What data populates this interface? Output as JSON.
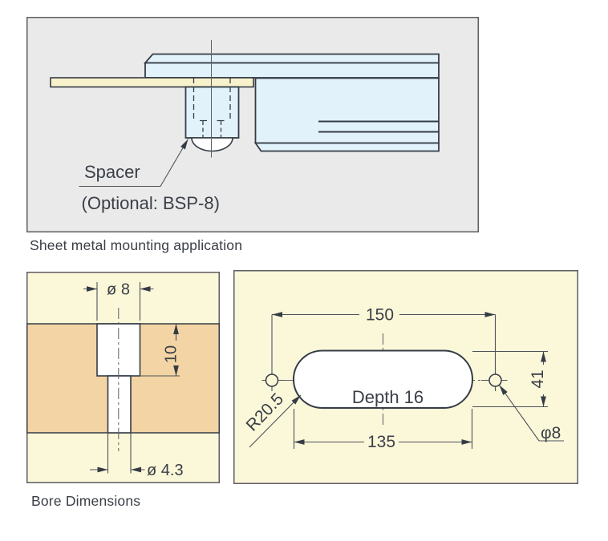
{
  "colors": {
    "panel_gray": "#eaeaea",
    "panel_cream": "#fbf7d9",
    "tan": "#f3d4a4",
    "blue": "#e2f2fb",
    "sheet_cream": "#f8f2cc",
    "white": "#ffffff",
    "line": "#353c45",
    "text": "#3a3f47",
    "border": "#5d5d63"
  },
  "top_panel": {
    "caption": "Sheet metal mounting application",
    "labels": {
      "spacer": "Spacer",
      "optional": "(Optional: BSP-8)"
    }
  },
  "bore_panel": {
    "caption": "Bore Dimensions",
    "dims": {
      "top_diameter": "ø 8",
      "counterbore_depth": "10",
      "through_diameter": "ø 4.3"
    }
  },
  "template_panel": {
    "dims": {
      "hole_spacing": "150",
      "slot_length": "135",
      "slot_width": "41",
      "corner_radius": "R20.5",
      "slot_depth": "Depth 16",
      "hole_diameter": "φ8"
    }
  }
}
